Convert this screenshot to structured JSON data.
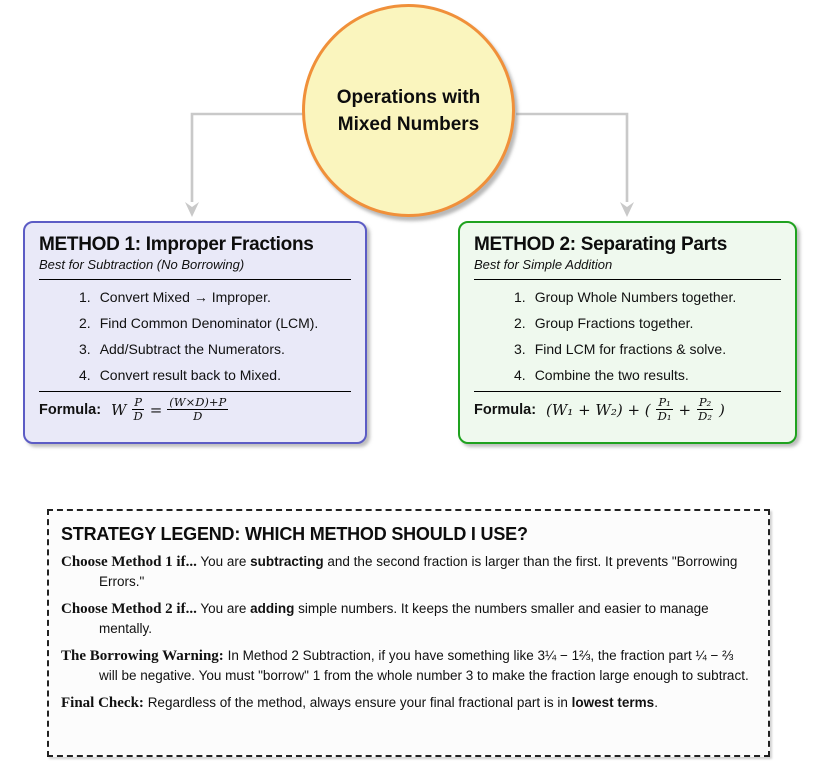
{
  "colors": {
    "circle_fill": "#FAF5BE",
    "circle_border": "#F0903A",
    "method1_fill": "#E9E9F8",
    "method1_border": "#5C5CC5",
    "method2_fill": "#EFF9EE",
    "method2_border": "#1FA21F",
    "arrow_gray": "#C9C9C9",
    "legend_fill": "#FCFCFC",
    "legend_border": "#222222"
  },
  "root_node": {
    "title_lines": [
      "Operations with",
      "Mixed Numbers"
    ]
  },
  "method1": {
    "title": "METHOD 1: Improper Fractions",
    "subtitle": "Best for Subtraction (No Borrowing)",
    "steps": [
      {
        "num": "1.",
        "text": "Convert Mixed → Improper."
      },
      {
        "num": "2.",
        "text": "Find Common Denominator (LCM)."
      },
      {
        "num": "3.",
        "text": "Add/Subtract the Numerators."
      },
      {
        "num": "4.",
        "text": "Convert result back to Mixed."
      }
    ],
    "formula": {
      "label": "Formula:",
      "lead": "W",
      "frac1": {
        "num": "P",
        "den": "D"
      },
      "equals": "=",
      "frac2": {
        "num": "(W×D)+P",
        "den": "D"
      }
    }
  },
  "method2": {
    "title": "METHOD 2: Separating Parts",
    "subtitle": "Best for Simple Addition",
    "steps": [
      {
        "num": "1.",
        "text": "Group Whole Numbers together."
      },
      {
        "num": "2.",
        "text": "Group Fractions together."
      },
      {
        "num": "3.",
        "text": "Find LCM for fractions & solve."
      },
      {
        "num": "4.",
        "text": "Combine the two results."
      }
    ],
    "formula": {
      "label": "Formula:",
      "prefix": "(W₁ + W₂) + (",
      "frac1": {
        "num": "P₁",
        "den": "D₁"
      },
      "plus": "+",
      "frac2": {
        "num": "P₂",
        "den": "D₂"
      },
      "suffix": ")"
    }
  },
  "legend": {
    "title": "STRATEGY LEGEND: WHICH METHOD SHOULD I USE?",
    "items": [
      {
        "lead": "Choose Method 1 if...",
        "segments": [
          {
            "text": "You are "
          },
          {
            "text": "subtracting",
            "bold": true
          },
          {
            "text": " and the second fraction is larger than the first. It prevents \"Borrowing Errors.\""
          }
        ]
      },
      {
        "lead": "Choose Method 2 if...",
        "segments": [
          {
            "text": "You are "
          },
          {
            "text": "adding",
            "bold": true
          },
          {
            "text": " simple numbers. It keeps the numbers smaller and easier to manage mentally."
          }
        ]
      },
      {
        "lead": "The Borrowing Warning:",
        "segments": [
          {
            "text": "In Method 2 Subtraction, if you have something like 3¼ − 1⅔, the fraction part ¼ − ⅔ will be negative. You must \"borrow\" 1 from the whole number 3 to make the fraction large enough to subtract."
          }
        ]
      },
      {
        "lead": "Final Check:",
        "segments": [
          {
            "text": "Regardless of the method, always ensure your final fractional part is in "
          },
          {
            "text": "lowest terms",
            "bold": true
          },
          {
            "text": "."
          }
        ]
      }
    ]
  }
}
